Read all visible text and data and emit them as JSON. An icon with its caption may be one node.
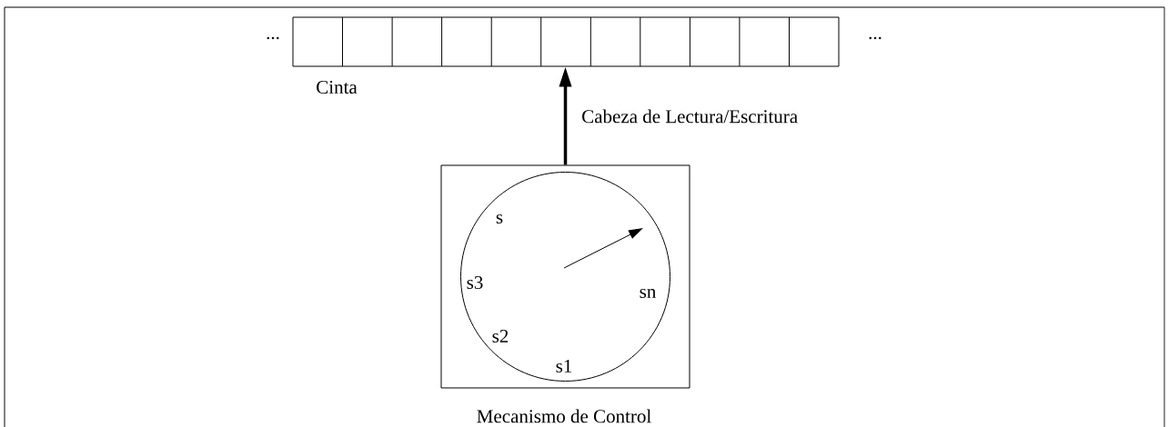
{
  "diagram": {
    "nodes": [
      {
        "text": [
          "Cinta"
        ]
      },
      {
        "text": [
          "Mecanismo de Control"
        ]
      },
      {
        "text": [],
        "shape": "circle",
        "in": 1
      }
    ],
    "edges": [
      {
        "from": 1,
        "to": 0,
        "arrow": "to",
        "label": "Cabeza de Lectura/Escritura"
      }
    ],
    "labels": [
      "...",
      "...",
      "s",
      "s3",
      "sn",
      "s2",
      "s1"
    ]
  }
}
